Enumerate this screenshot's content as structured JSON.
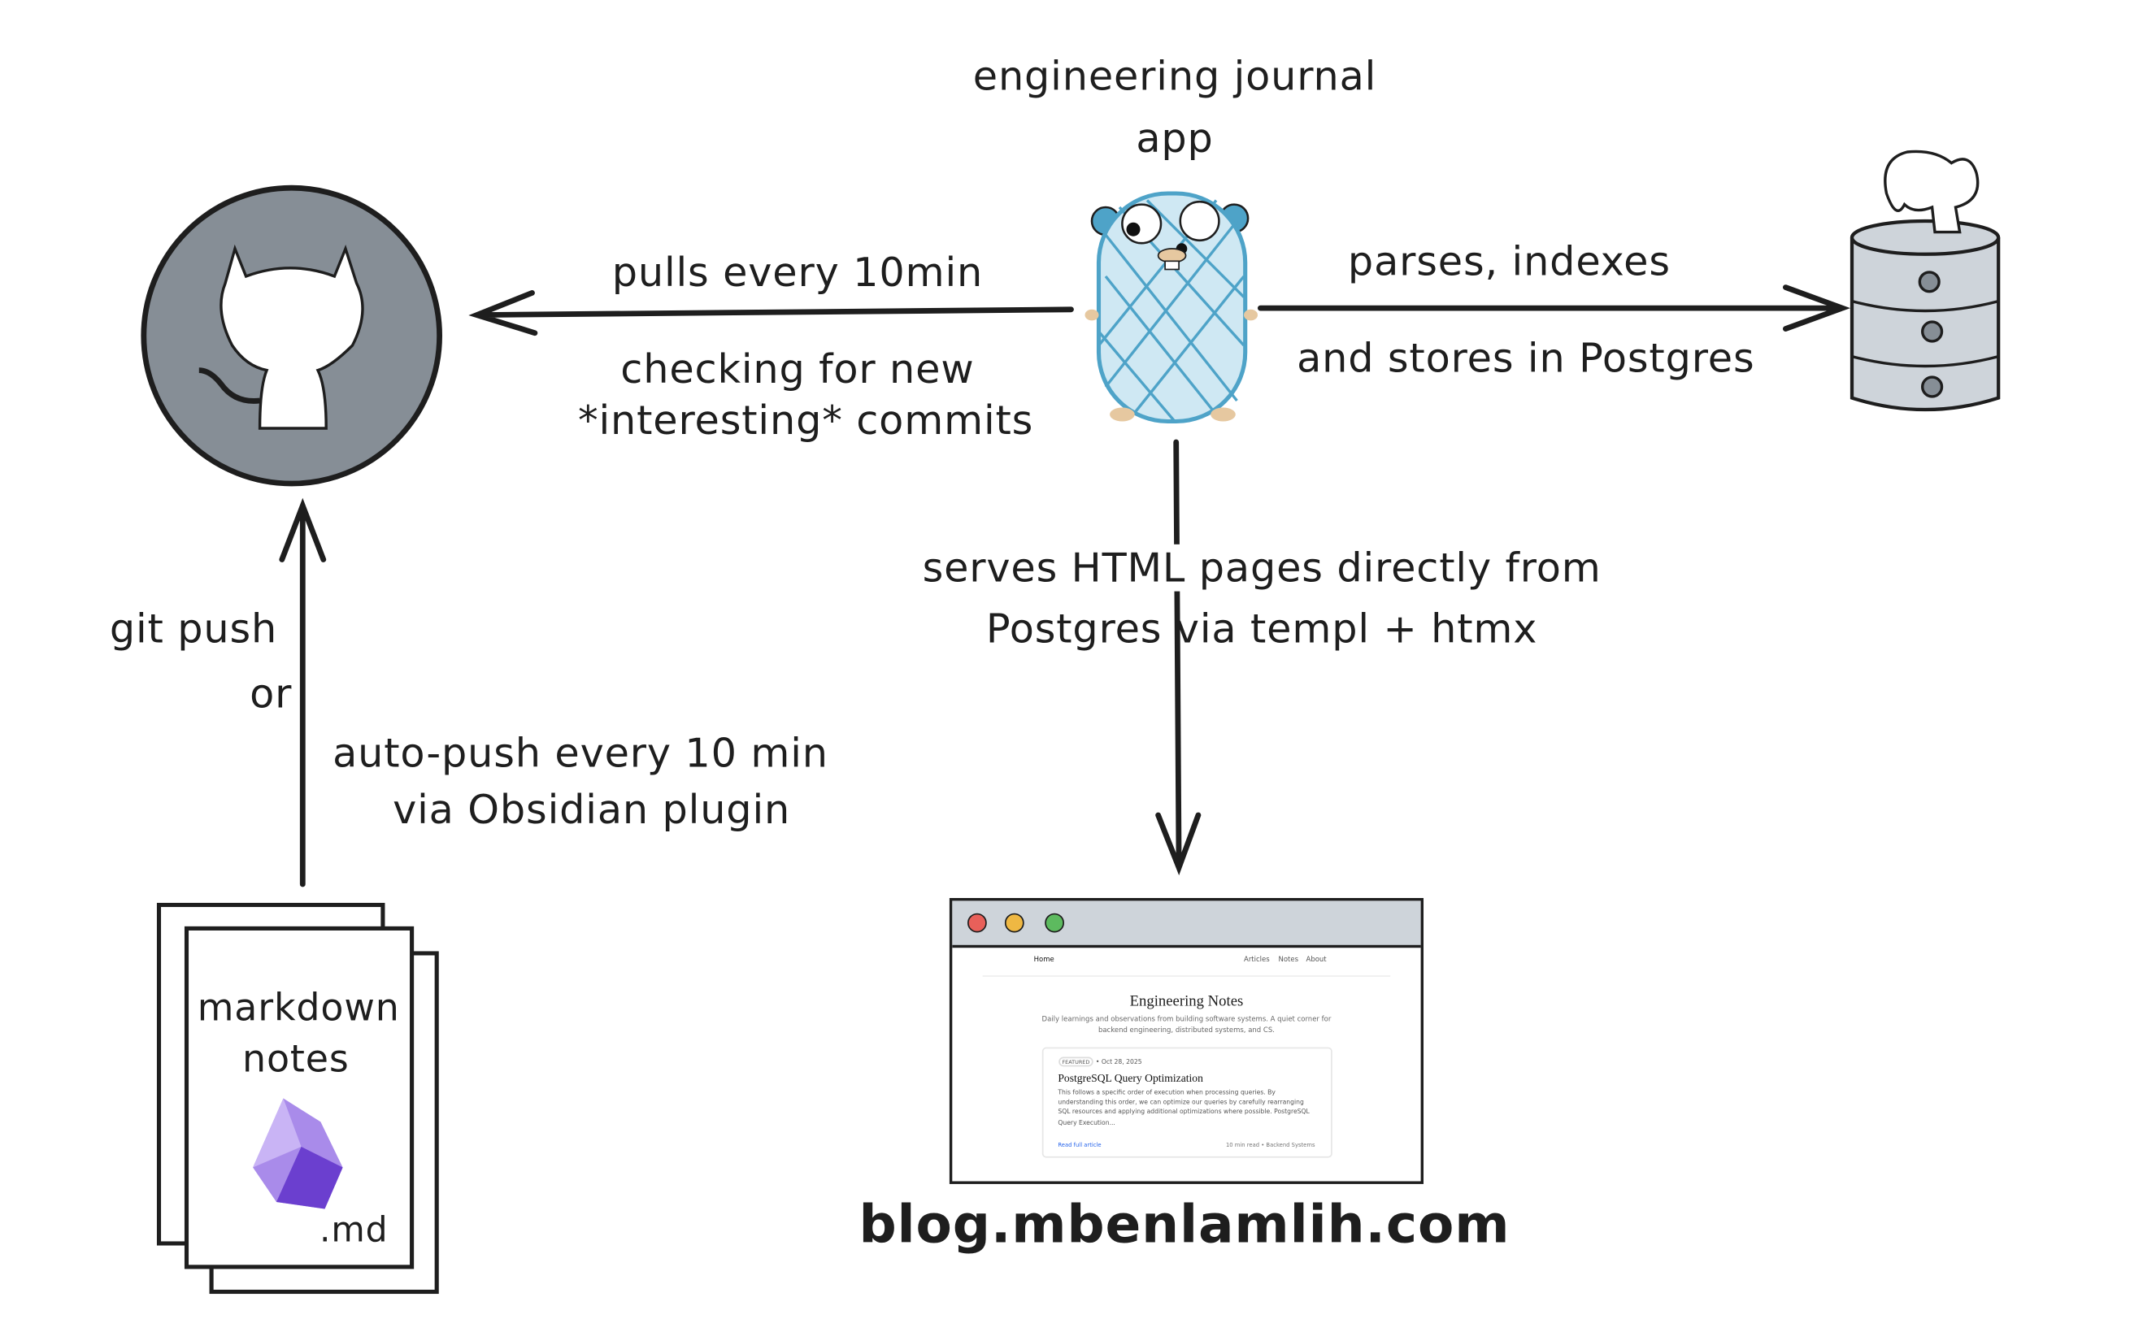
{
  "title": {
    "line1": "engineering journal",
    "line2": "app"
  },
  "arrows": {
    "pull": {
      "line1": "pulls every 10min",
      "line2": "checking for new",
      "line3": "*interesting* commits"
    },
    "store": {
      "line1": "parses, indexes",
      "line2": "and stores in Postgres"
    },
    "serve": {
      "line1": "serves HTML pages directly from",
      "line2": "Postgres via templ + htmx"
    },
    "push": {
      "line1": "git push",
      "line2": "or",
      "line3": "auto-push every 10 min",
      "line4": "via Obsidian plugin"
    }
  },
  "notes": {
    "line1": "markdown",
    "line2": "notes",
    "ext": ".md"
  },
  "browser": {
    "nav_home": "Home",
    "nav_items": [
      "Articles",
      "Notes",
      "About"
    ],
    "heading": "Engineering Notes",
    "subtitle": "Daily learnings and observations from building software systems. A quiet corner for backend engineering, distributed systems, and CS.",
    "card": {
      "badge": "FEATURED",
      "date": "Oct 28, 2025",
      "title": "PostgreSQL Query Optimization",
      "excerpt": "This follows a specific order of execution when processing queries. By understanding this order, we can optimize our queries by carefully rearranging SQL resources and applying additional optimizations where possible. PostgreSQL Query Execution...",
      "link": "Read full article",
      "meta": "10 min read • Backend Systems"
    }
  },
  "url": "blog.mbenlamlih.com",
  "colors": {
    "github": "#868e96",
    "gopher": "#4ea3c8",
    "db": "#ced4da",
    "red": "#e8605a",
    "yellow": "#efb843",
    "green": "#5dba5f",
    "obsidian": "#7c4ddb"
  }
}
